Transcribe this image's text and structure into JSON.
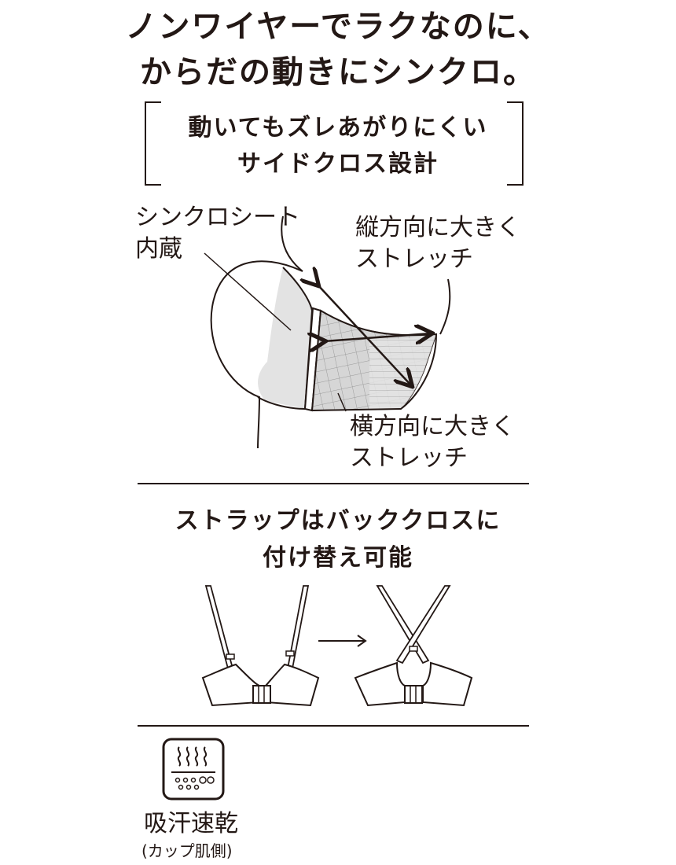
{
  "headline": {
    "line1": "ノンワイヤーでラクなのに、",
    "line2": "からだの動きにシンクロ。"
  },
  "section1": {
    "title_line1": "動いてもズレあがりにくい",
    "title_line2": "サイドクロス設計",
    "labels": {
      "sheet_line1": "シンクロシート",
      "sheet_line2": "内蔵",
      "vertical_line1": "縦方向に大きく",
      "vertical_line2": "ストレッチ",
      "horizontal_line1": "横方向に大きく",
      "horizontal_line2": "ストレッチ"
    }
  },
  "section2": {
    "title_line1": "ストラップはバッククロスに",
    "title_line2": "付け替え可能"
  },
  "feature": {
    "icon": "sweat-absorb-icon",
    "label": "吸汗速乾",
    "note": "(カップ肌側)"
  },
  "colors": {
    "ink": "#231815",
    "sheet_gray": "#e3e3e3",
    "mesh_gray": "#cfcfcf"
  }
}
